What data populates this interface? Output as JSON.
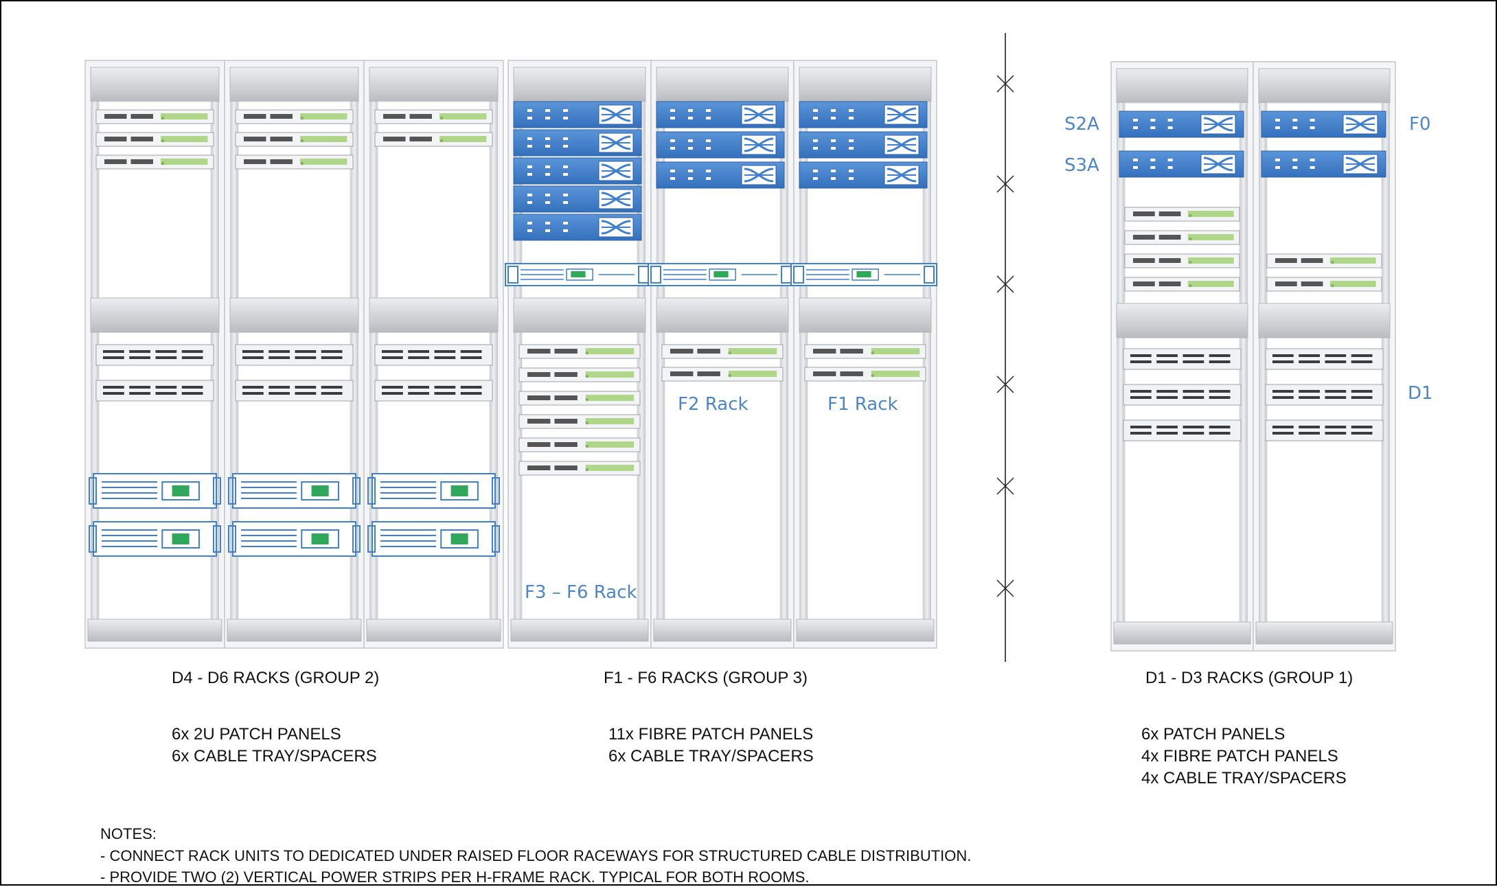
{
  "diagram": {
    "rack_labels": {
      "f2": "F2 Rack",
      "f1": "F1 Rack",
      "f3f6": "F3 – F6 Rack",
      "s2a": "S2A",
      "s3a": "S3A",
      "f0": "F0",
      "d1": "D1"
    },
    "groups": [
      {
        "title": "D4 - D6 RACKS (GROUP 2)",
        "items": [
          "6x 2U PATCH PANELS",
          "6x CABLE TRAY/SPACERS"
        ]
      },
      {
        "title": "F1 - F6 RACKS (GROUP 3)",
        "items": [
          "11x FIBRE PATCH PANELS",
          "6x CABLE TRAY/SPACERS"
        ]
      },
      {
        "title": "D1 - D3 RACKS (GROUP 1)",
        "items": [
          "6x PATCH PANELS",
          "4x FIBRE PATCH PANELS",
          "4x CABLE TRAY/SPACERS"
        ]
      }
    ],
    "notes": {
      "heading": "NOTES:",
      "lines": [
        "- CONNECT RACK UNITS TO DEDICATED UNDER RAISED FLOOR RACEWAYS FOR STRUCTURED CABLE DISTRIBUTION.",
        "- PROVIDE TWO (2) VERTICAL POWER STRIPS PER H-FRAME RACK.  TYPICAL FOR BOTH ROOMS."
      ]
    },
    "colors": {
      "fibre_blue": "#3f7fcc",
      "label_blue": "#4e86c3",
      "rack_grey": "#d8dadd",
      "panel_green": "#9fcf6e"
    }
  }
}
